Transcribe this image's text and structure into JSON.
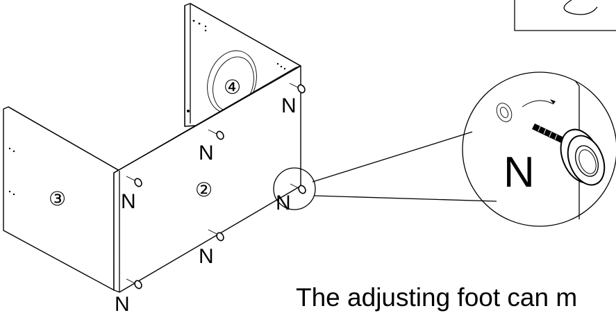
{
  "labels": {
    "panel_3": "③",
    "panel_2": "②",
    "panel_4": "④",
    "foot_label": "N",
    "detail_label": "N"
  },
  "caption": "The adjusting foot can m"
}
